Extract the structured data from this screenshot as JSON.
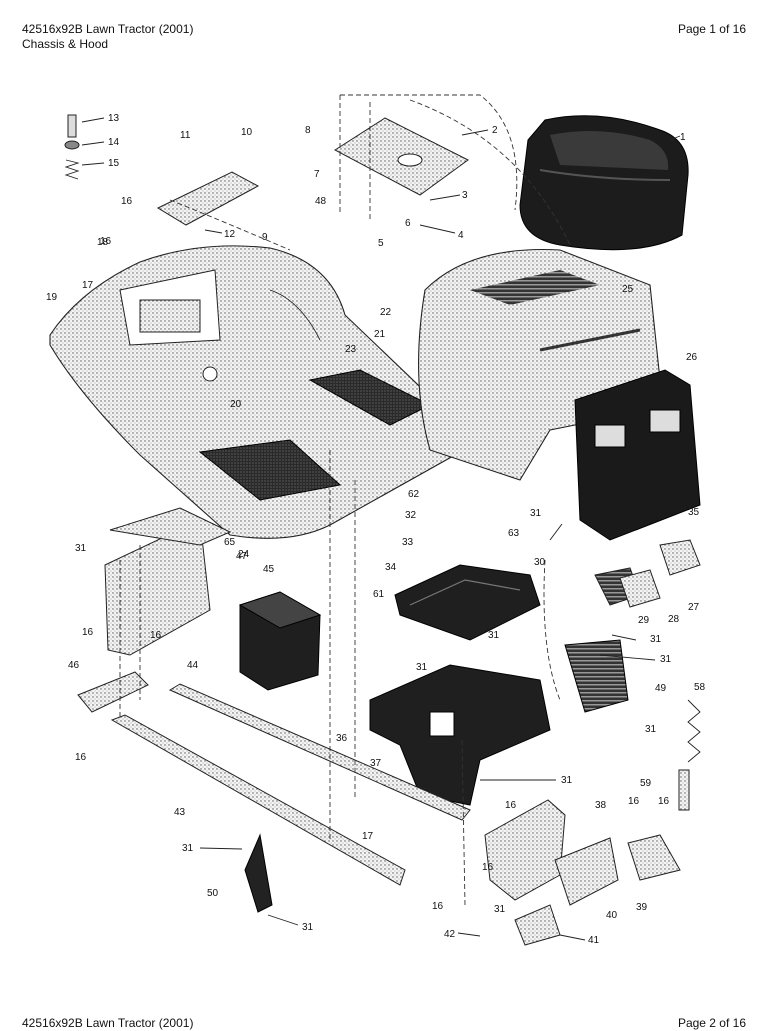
{
  "header": {
    "model": "42516x92B Lawn Tractor (2001)",
    "section": "Chassis & Hood",
    "page": "Page 1 of 16"
  },
  "footer": {
    "model": "42516x92B Lawn Tractor (2001)",
    "page": "Page 2 of 16"
  },
  "callouts": [
    {
      "id": "c1",
      "text": "1"
    },
    {
      "id": "c2",
      "text": "2"
    },
    {
      "id": "c3",
      "text": "3"
    },
    {
      "id": "c4",
      "text": "4"
    },
    {
      "id": "c5",
      "text": "5"
    },
    {
      "id": "c6",
      "text": "6"
    },
    {
      "id": "c7",
      "text": "7"
    },
    {
      "id": "c8",
      "text": "8"
    },
    {
      "id": "c9",
      "text": "9"
    },
    {
      "id": "c10",
      "text": "10"
    },
    {
      "id": "c11",
      "text": "11"
    },
    {
      "id": "c12",
      "text": "12"
    },
    {
      "id": "c13",
      "text": "13"
    },
    {
      "id": "c14",
      "text": "14"
    },
    {
      "id": "c15",
      "text": "15"
    },
    {
      "id": "c16",
      "text": "16"
    },
    {
      "id": "c16b",
      "text": "16"
    },
    {
      "id": "c16c",
      "text": "16"
    },
    {
      "id": "c16d",
      "text": "16"
    },
    {
      "id": "c16e",
      "text": "16"
    },
    {
      "id": "c16f",
      "text": "16"
    },
    {
      "id": "c16g",
      "text": "16"
    },
    {
      "id": "c16h",
      "text": "16"
    },
    {
      "id": "c16i",
      "text": "16"
    },
    {
      "id": "c16j",
      "text": "16"
    },
    {
      "id": "c17",
      "text": "17"
    },
    {
      "id": "c17b",
      "text": "17"
    },
    {
      "id": "c18",
      "text": "18"
    },
    {
      "id": "c19",
      "text": "19"
    },
    {
      "id": "c20",
      "text": "20"
    },
    {
      "id": "c21",
      "text": "21"
    },
    {
      "id": "c22",
      "text": "22"
    },
    {
      "id": "c23",
      "text": "23"
    },
    {
      "id": "c24",
      "text": "24"
    },
    {
      "id": "c25",
      "text": "25"
    },
    {
      "id": "c26",
      "text": "26"
    },
    {
      "id": "c27",
      "text": "27"
    },
    {
      "id": "c28",
      "text": "28"
    },
    {
      "id": "c29",
      "text": "29"
    },
    {
      "id": "c30",
      "text": "30"
    },
    {
      "id": "c31a",
      "text": "31"
    },
    {
      "id": "c31b",
      "text": "31"
    },
    {
      "id": "c31c",
      "text": "31"
    },
    {
      "id": "c31d",
      "text": "31"
    },
    {
      "id": "c31e",
      "text": "31"
    },
    {
      "id": "c31f",
      "text": "31"
    },
    {
      "id": "c31g",
      "text": "31"
    },
    {
      "id": "c31h",
      "text": "31"
    },
    {
      "id": "c31i",
      "text": "31"
    },
    {
      "id": "c31j",
      "text": "31"
    },
    {
      "id": "c31k",
      "text": "31"
    },
    {
      "id": "c32",
      "text": "32"
    },
    {
      "id": "c33",
      "text": "33"
    },
    {
      "id": "c34",
      "text": "34"
    },
    {
      "id": "c35",
      "text": "35"
    },
    {
      "id": "c36",
      "text": "36"
    },
    {
      "id": "c37",
      "text": "37"
    },
    {
      "id": "c38",
      "text": "38"
    },
    {
      "id": "c39",
      "text": "39"
    },
    {
      "id": "c40",
      "text": "40"
    },
    {
      "id": "c41",
      "text": "41"
    },
    {
      "id": "c42",
      "text": "42"
    },
    {
      "id": "c43",
      "text": "43"
    },
    {
      "id": "c44",
      "text": "44"
    },
    {
      "id": "c45",
      "text": "45"
    },
    {
      "id": "c46",
      "text": "46"
    },
    {
      "id": "c47",
      "text": "47"
    },
    {
      "id": "c48",
      "text": "48"
    },
    {
      "id": "c49",
      "text": "49"
    },
    {
      "id": "c50",
      "text": "50"
    },
    {
      "id": "c58",
      "text": "58"
    },
    {
      "id": "c59",
      "text": "59"
    },
    {
      "id": "c61",
      "text": "61"
    },
    {
      "id": "c62",
      "text": "62"
    },
    {
      "id": "c63",
      "text": "63"
    },
    {
      "id": "c65",
      "text": "65"
    }
  ]
}
